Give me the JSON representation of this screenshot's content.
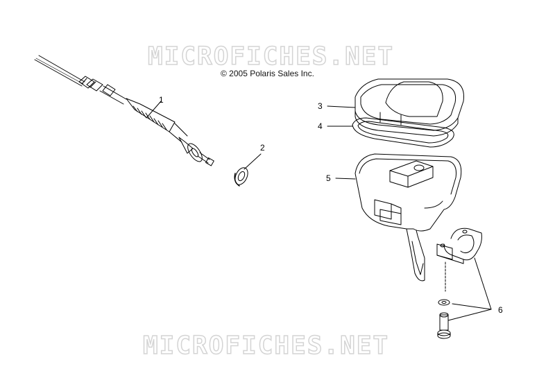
{
  "watermark_top": "MICROFICHES.NET",
  "watermark_bottom": "MICROFICHES.NET",
  "copyright": "© 2005 Polaris Sales Inc.",
  "callouts": [
    {
      "id": "1",
      "label": "1"
    },
    {
      "id": "2",
      "label": "2"
    },
    {
      "id": "3",
      "label": "3"
    },
    {
      "id": "4",
      "label": "4"
    },
    {
      "id": "5",
      "label": "5"
    },
    {
      "id": "6",
      "label": "6"
    }
  ]
}
